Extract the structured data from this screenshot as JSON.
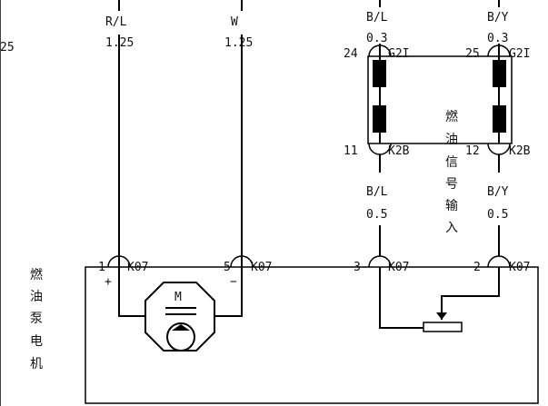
{
  "edge_label": "25",
  "wires": {
    "w1": {
      "color": "R/L",
      "gauge": "1.25"
    },
    "w2": {
      "color": "W",
      "gauge": "1.25"
    },
    "w3_top": {
      "color": "B/L",
      "gauge": "0.3"
    },
    "w4_top": {
      "color": "B/Y",
      "gauge": "0.3"
    },
    "w3_bottom": {
      "color": "B/L",
      "gauge": "0.5"
    },
    "w4_bottom": {
      "color": "B/Y",
      "gauge": "0.5"
    }
  },
  "connector_top": {
    "left_pin": "24",
    "left_code": "G2I",
    "right_pin": "25",
    "right_code": "G2I",
    "left_pin_bottom": "11",
    "left_code_bottom": "K2B",
    "right_pin_bottom": "12",
    "right_code_bottom": "K2B"
  },
  "signal_label": [
    "燃",
    "油",
    "信",
    "号",
    "输",
    "入"
  ],
  "fuel_pump": {
    "label": [
      "燃",
      "油",
      "泵",
      "电",
      "机"
    ],
    "motor_letter": "M",
    "pins": [
      {
        "num": "1",
        "code": "K07",
        "polarity": "+"
      },
      {
        "num": "5",
        "code": "K07",
        "polarity": "−"
      },
      {
        "num": "3",
        "code": "K07"
      },
      {
        "num": "2",
        "code": "K07"
      }
    ]
  }
}
